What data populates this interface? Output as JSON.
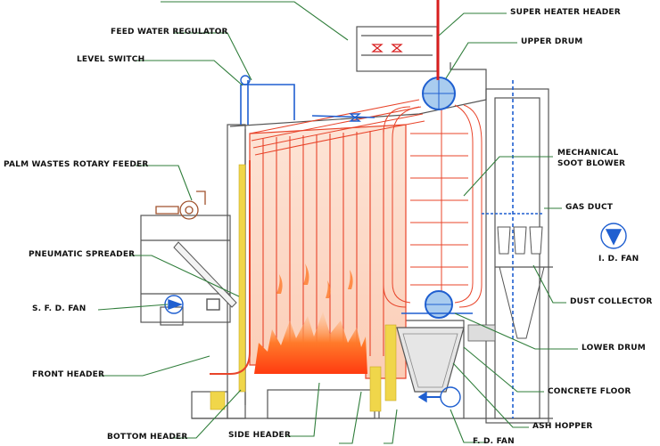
{
  "labels": {
    "feed_water_regulator": "FEED WATER REGULATOR",
    "level_switch": "LEVEL SWITCH",
    "palm_wastes_rotary_feeder": "PALM WASTES ROTARY FEEDER",
    "pneumatic_spreader": "PNEUMATIC SPREADER",
    "sfd_fan": "S. F. D. FAN",
    "front_header": "FRONT HEADER",
    "bottom_header": "BOTTOM HEADER",
    "side_header": "SIDE HEADER",
    "super_heater_header": "SUPER HEATER HEADER",
    "upper_drum": "UPPER DRUM",
    "mechanical_soot_blower_line1": "MECHANICAL",
    "mechanical_soot_blower_line2": "SOOT BLOWER",
    "gas_duct": "GAS DUCT",
    "id_fan": "I. D. FAN",
    "dust_collector": "DUST COLLECTOR",
    "lower_drum": "LOWER DRUM",
    "concrete_floor": "CONCRETE FLOOR",
    "ash_hopper": "ASH HOPPER",
    "fd_fan": "F. D. FAN"
  },
  "colors": {
    "leader_line": "#2f7d3a",
    "casing": "#555555",
    "tubes": "#e8442a",
    "flame": "#ff5a1f",
    "blue_pipe": "#1f5fd0",
    "refractory": "#f0d64a",
    "steam_pipe": "#d81e1e"
  },
  "icons": [
    "fan-icon",
    "valve-icon",
    "drum-icon",
    "cyclone-icon"
  ]
}
